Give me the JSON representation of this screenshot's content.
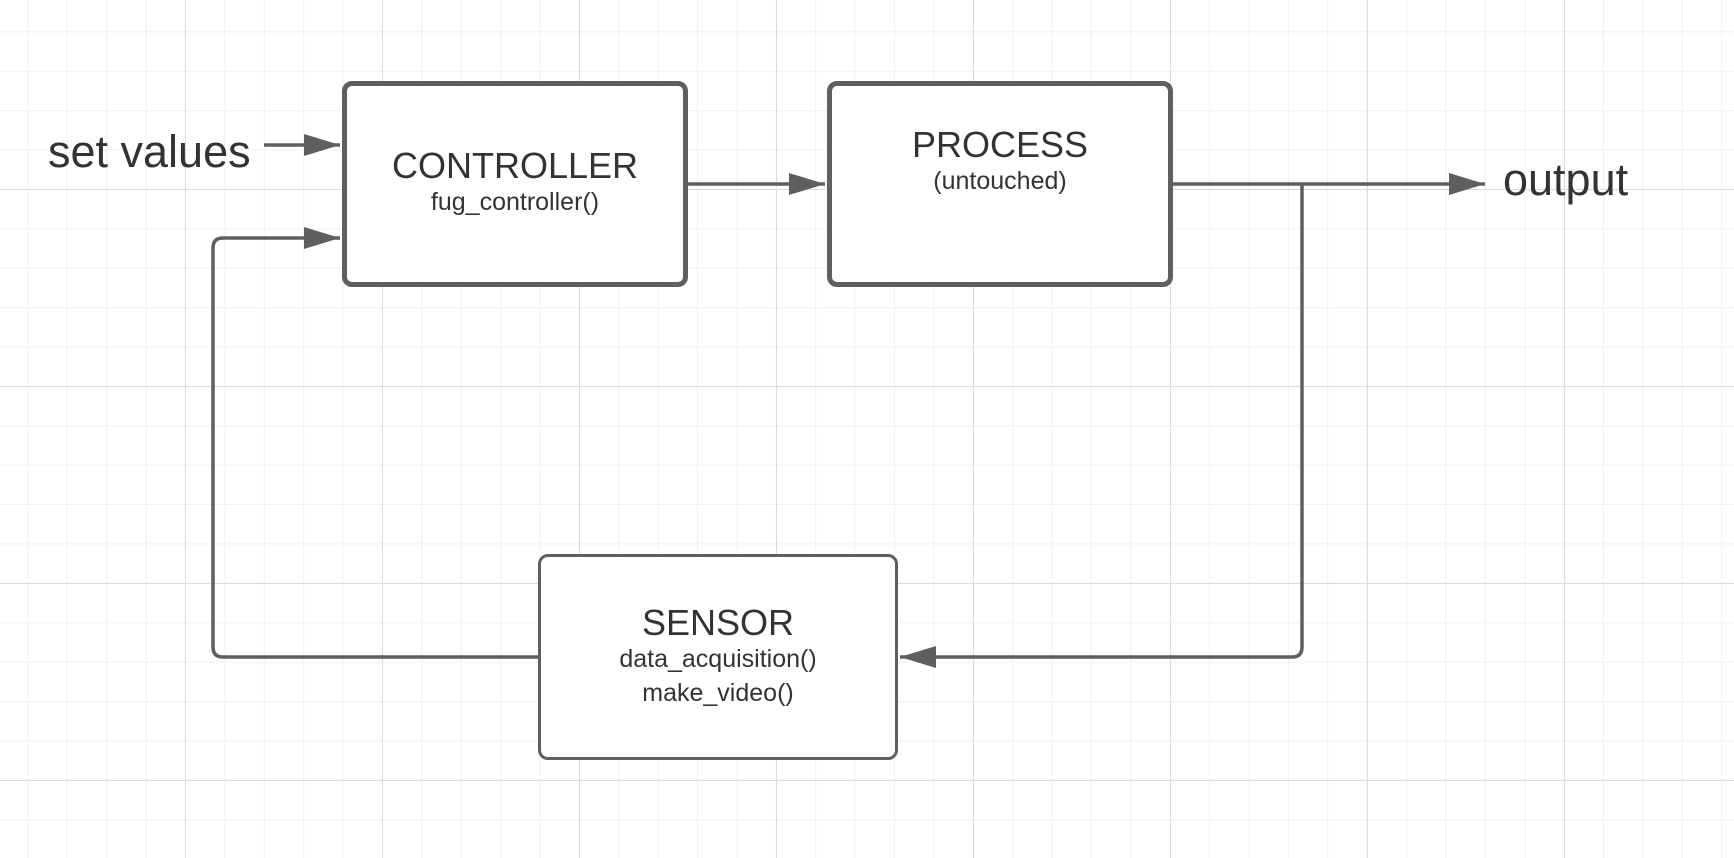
{
  "diagram": {
    "inputs": {
      "set_values_label": "set values"
    },
    "outputs": {
      "output_label": "output"
    },
    "blocks": {
      "controller": {
        "title": "CONTROLLER",
        "subtitle": "fug_controller()"
      },
      "process": {
        "title": "PROCESS",
        "subtitle": "(untouched)"
      },
      "sensor": {
        "title": "SENSOR",
        "functions": [
          "data_acquisition()",
          "make_video()"
        ]
      }
    },
    "colors": {
      "stroke": "#5f5f5f",
      "text": "#333333",
      "grid_major": "#dcdcdc",
      "grid_minor": "#f0f0f0",
      "background": "#ffffff"
    }
  }
}
